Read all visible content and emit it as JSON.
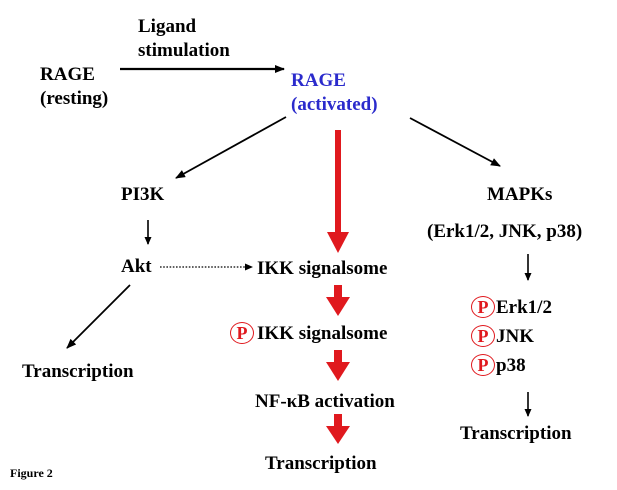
{
  "colors": {
    "text": "#000000",
    "activated": "#2b2bcc",
    "highlight": "#e0191e"
  },
  "rage_resting": "RAGE\n(resting)",
  "ligand_stimulation": "Ligand\nstimulation",
  "rage_activated": "RAGE\n(activated)",
  "pi3k": "PI3K",
  "akt": "Akt",
  "transcription_left": "Transcription",
  "ikk_signalsome": "IKK signalsome",
  "p_badge": "P",
  "ikk_signalsome_phospho": "IKK signalsome",
  "nfkb_activation": "NF-κB activation",
  "transcription_center": "Transcription",
  "mapks": "MAPKs",
  "mapks_members": "(Erk1/2, JNK, p38)",
  "erk": "Erk1/2",
  "jnk": "JNK",
  "p38": "p38",
  "transcription_right": "Transcription",
  "figure_label": "Figure 2"
}
